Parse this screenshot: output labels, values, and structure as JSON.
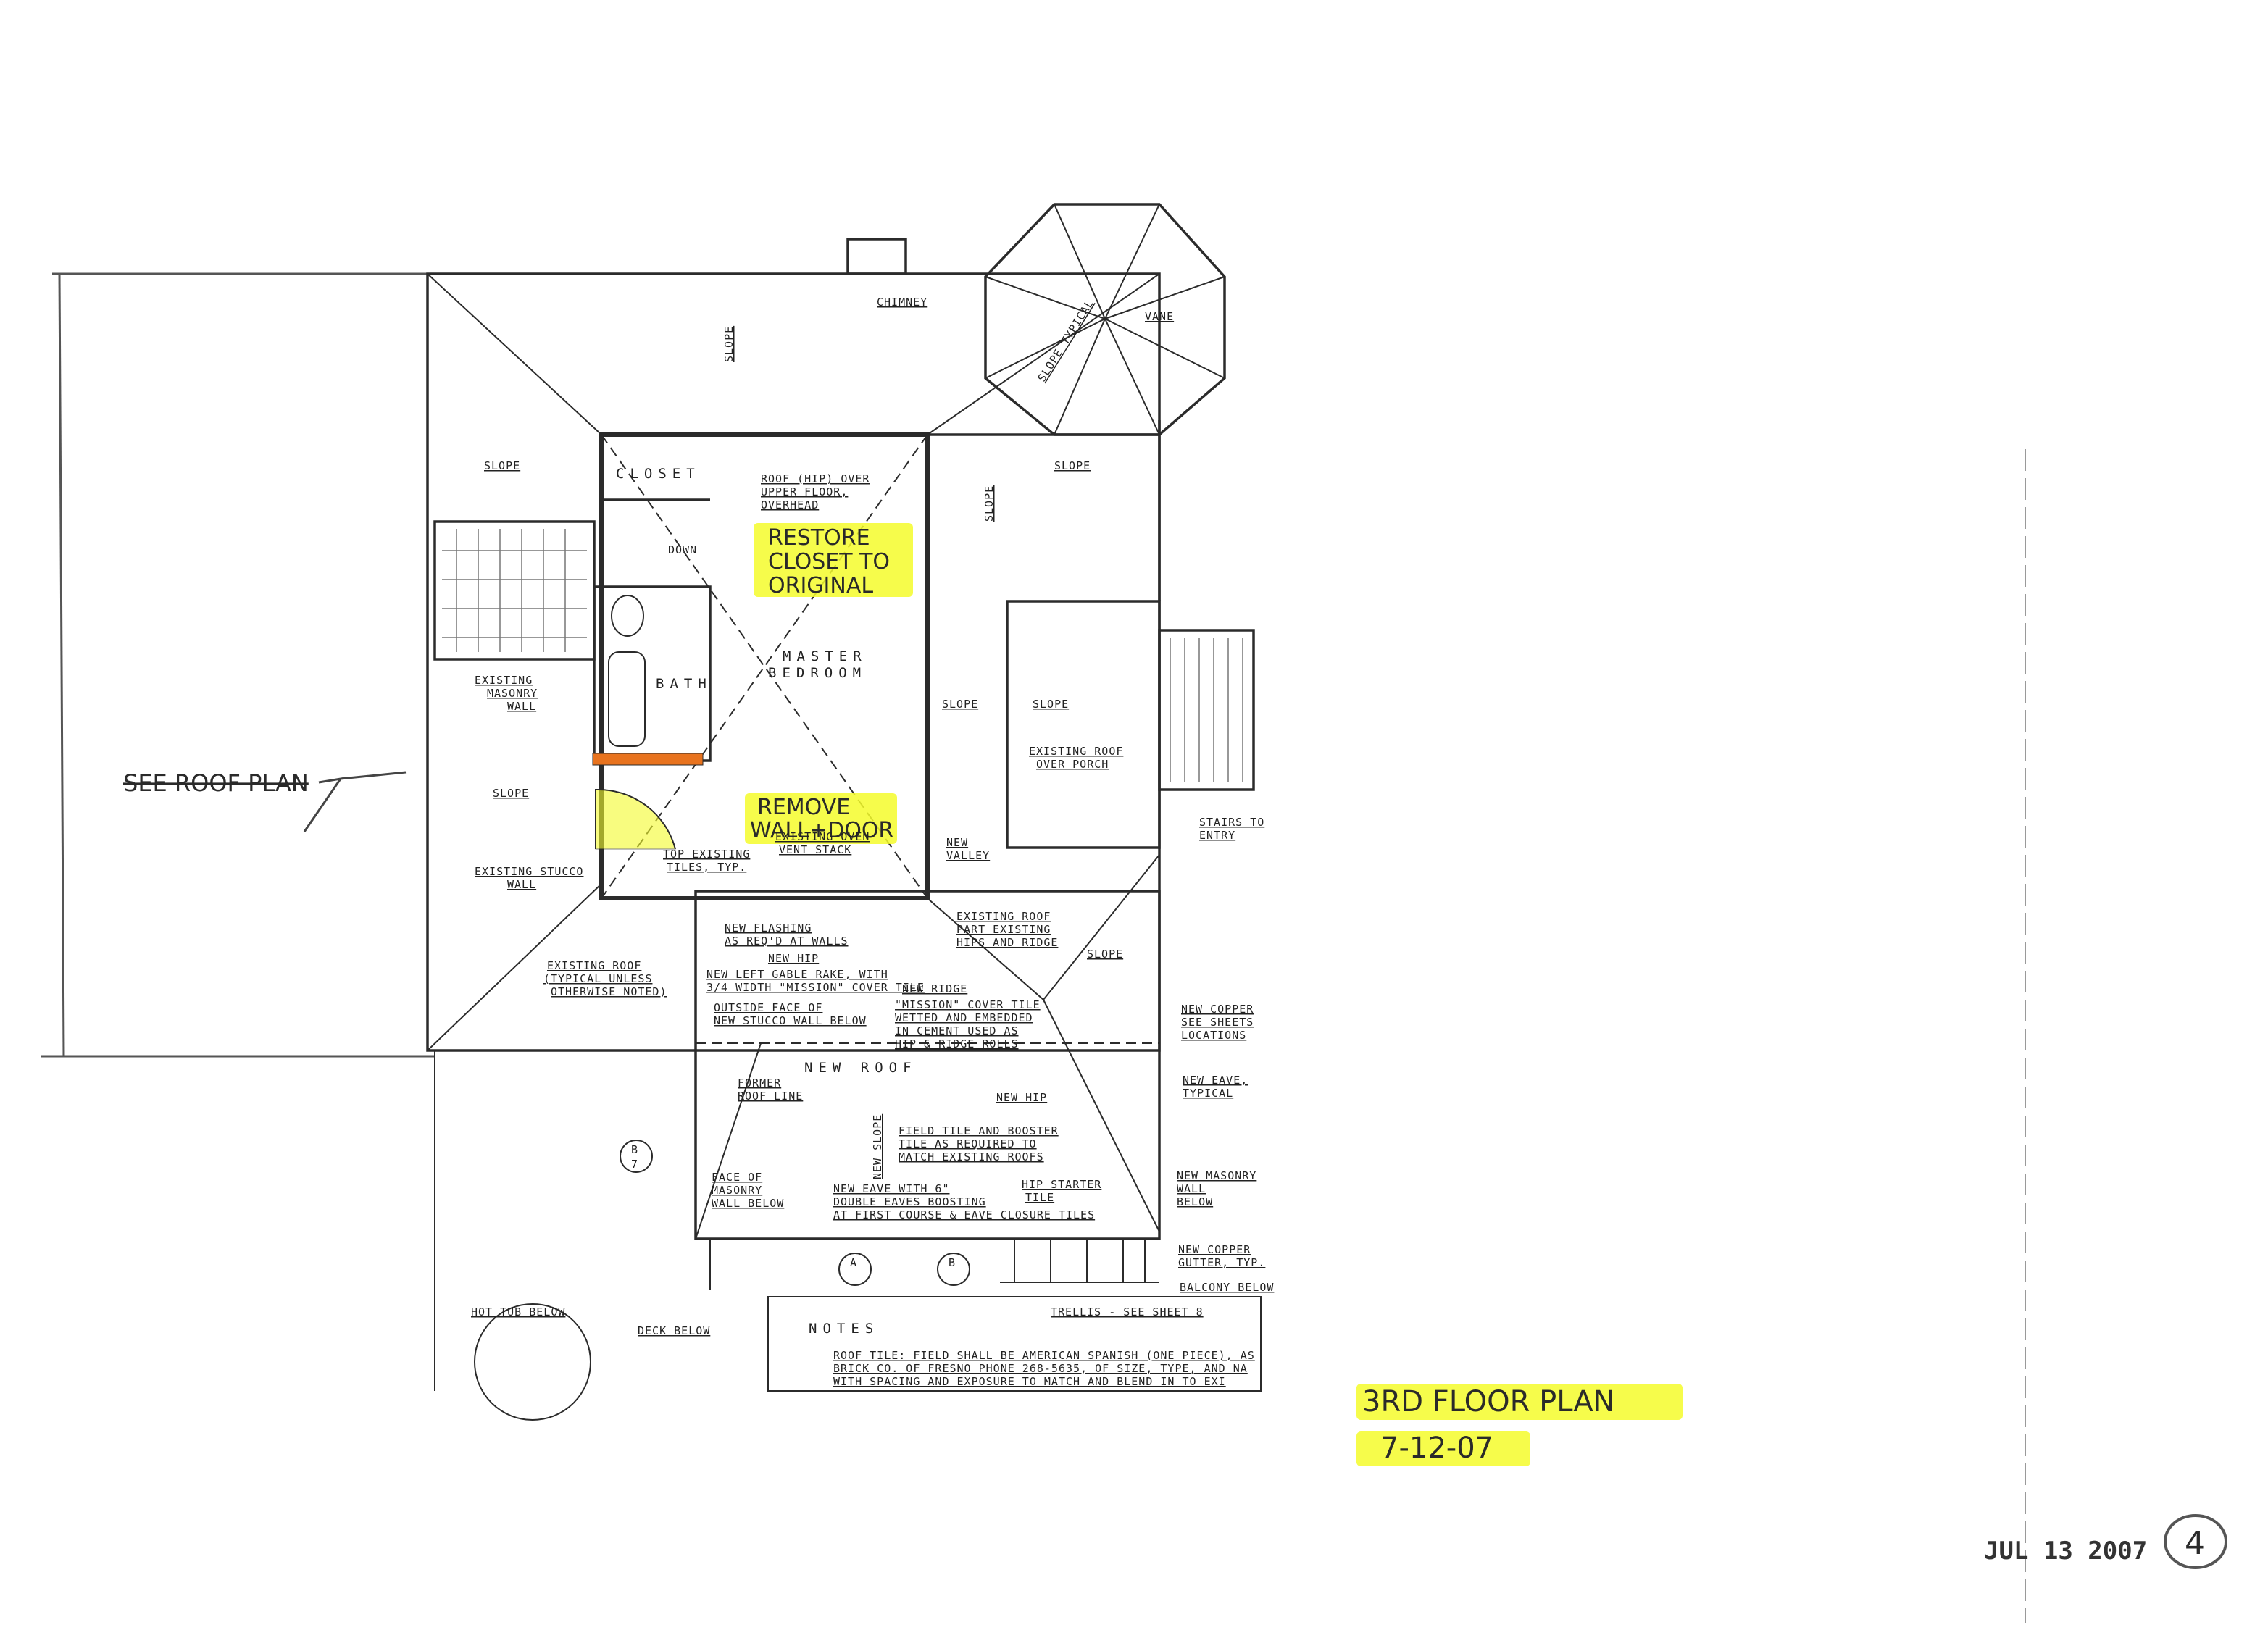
{
  "plan": {
    "title": "3RD FLOOR PLAN",
    "date": "7-12-07",
    "received_stamp": "JUL 13 2007",
    "sheet_number": "4",
    "see_roof_plan": "SEE ROOF PLAN"
  },
  "annotations": {
    "restore_1": "RESTORE",
    "restore_2": "CLOSET TO",
    "restore_3": "ORIGINAL",
    "remove_1": "REMOVE",
    "remove_2": "WALL+DOOR"
  },
  "rooms": {
    "closet": "CLOSET",
    "master": "MASTER",
    "bedroom": "BEDROOM",
    "bath": "BATH",
    "new_roof": "NEW ROOF"
  },
  "labels": {
    "chimney": "CHIMNEY",
    "vane": "VANE",
    "slope_typical": "SLOPE TYPICAL",
    "slope": "SLOPE",
    "new_slope": "NEW SLOPE",
    "roof_hip_1": "ROOF (HIP) OVER",
    "roof_hip_2": "UPPER FLOOR,",
    "roof_hip_3": "OVERHEAD",
    "down": "DOWN",
    "existing_masonry_1": "EXISTING",
    "existing_masonry_2": "MASONRY",
    "existing_masonry_3": "WALL",
    "existing_roof_porch_1": "EXISTING ROOF",
    "existing_roof_porch_2": "OVER PORCH",
    "stairs_entry_1": "STAIRS TO",
    "stairs_entry_2": "ENTRY",
    "existing_oven_1": "EXISTING OVEN",
    "existing_oven_2": "VENT STACK",
    "new_valley_1": "NEW",
    "new_valley_2": "VALLEY",
    "existing_stucco": "EXISTING STUCCO",
    "existing_stucco_2": "WALL",
    "top_existing_1": "TOP EXISTING",
    "top_existing_2": "TILES, TYP.",
    "new_flashing_1": "NEW FLASHING",
    "new_flashing_2": "AS REQ'D AT WALLS",
    "existing_roof_ridge_1": "EXISTING ROOF",
    "existing_roof_ridge_2": "PART EXISTING",
    "existing_roof_ridge_3": "HIPS AND RIDGE",
    "new_hip": "NEW HIP",
    "new_left_1": "NEW LEFT GABLE RAKE, WITH",
    "new_left_2": "3/4 WIDTH \"MISSION\" COVER TILE",
    "existing_roof_typ_1": "EXISTING ROOF",
    "existing_roof_typ_2": "(TYPICAL UNLESS",
    "existing_roof_typ_3": "OTHERWISE NOTED)",
    "new_ridge": "NEW RIDGE",
    "mission_1": "\"MISSION\" COVER TILE",
    "mission_2": "WETTED AND EMBEDDED",
    "mission_3": "IN CEMENT USED AS",
    "mission_4": "HIP & RIDGE ROLLS",
    "outside_face_1": "OUTSIDE FACE OF",
    "outside_face_2": "NEW STUCCO WALL BELOW",
    "new_copper_sheets_1": "NEW COPPER",
    "new_copper_sheets_2": "SEE SHEETS",
    "new_copper_sheets_3": "LOCATIONS",
    "former_roof_1": "FORMER",
    "former_roof_2": "ROOF LINE",
    "new_eave_typ_1": "NEW EAVE,",
    "new_eave_typ_2": "TYPICAL",
    "field_tile_1": "FIELD TILE AND BOOSTER",
    "field_tile_2": "TILE AS REQUIRED TO",
    "field_tile_3": "MATCH EXISTING ROOFS",
    "new_masonry_1": "NEW MASONRY",
    "new_masonry_2": "WALL",
    "new_masonry_3": "BELOW",
    "face_masonry_1": "FACE OF",
    "face_masonry_2": "MASONRY",
    "face_masonry_3": "WALL BELOW",
    "new_eave_with_1": "NEW EAVE WITH 6\"",
    "new_eave_with_2": "DOUBLE EAVES BOOSTING",
    "new_eave_with_3": "AT FIRST COURSE & EAVE CLOSURE TILES",
    "hip_starter_1": "HIP STARTER",
    "hip_starter_2": "TILE",
    "new_copper_gutter_1": "NEW COPPER",
    "new_copper_gutter_2": "GUTTER, TYP.",
    "balcony": "BALCONY BELOW",
    "trellis": "TRELLIS - SEE SHEET 8",
    "hot_tub": "HOT TUB BELOW",
    "deck_below": "DECK BELOW",
    "notes_title": "NOTES",
    "notes_1": "ROOF TILE: FIELD SHALL BE AMERICAN SPANISH (ONE PIECE), AS",
    "notes_2": "BRICK CO. OF FRESNO PHONE 268-5635, OF SIZE, TYPE, AND NA",
    "notes_3": "WITH SPACING AND EXPOSURE TO MATCH AND BLEND IN TO EXI",
    "tag_b": "B",
    "tag_7": "7",
    "tag_a": "A"
  }
}
